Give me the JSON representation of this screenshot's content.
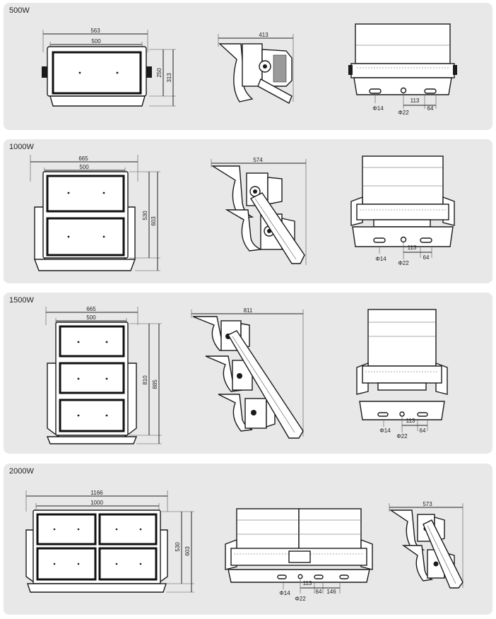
{
  "panels": [
    {
      "title": "500W",
      "front": {
        "overall": "563",
        "inner": "500",
        "height_inner": "250",
        "height_overall": "313"
      },
      "side": {
        "depth": "413"
      },
      "back": {
        "hole_small": "Φ14",
        "hole_center": "Φ22",
        "spacing": "113",
        "slot": "64"
      }
    },
    {
      "title": "1000W",
      "front": {
        "overall": "665",
        "inner": "500",
        "height_inner": "530",
        "height_overall": "603"
      },
      "side": {
        "depth": "574"
      },
      "back": {
        "hole_small": "Φ14",
        "hole_center": "Φ22",
        "spacing": "113",
        "slot": "64"
      }
    },
    {
      "title": "1500W",
      "front": {
        "overall": "665",
        "inner": "500",
        "height_inner": "810",
        "height_overall": "885"
      },
      "side": {
        "depth": "811"
      },
      "back": {
        "hole_small": "Φ14",
        "hole_center": "Φ22",
        "spacing": "113",
        "slot": "64"
      }
    },
    {
      "title": "2000W",
      "front": {
        "overall": "1166",
        "inner": "1000",
        "height_inner": "530",
        "height_overall": "603"
      },
      "side": {
        "depth": "573"
      },
      "back": {
        "hole_small": "Φ14",
        "hole_center": "Φ22",
        "spacing": "113",
        "slot": "64",
        "slot2": "146"
      }
    }
  ]
}
